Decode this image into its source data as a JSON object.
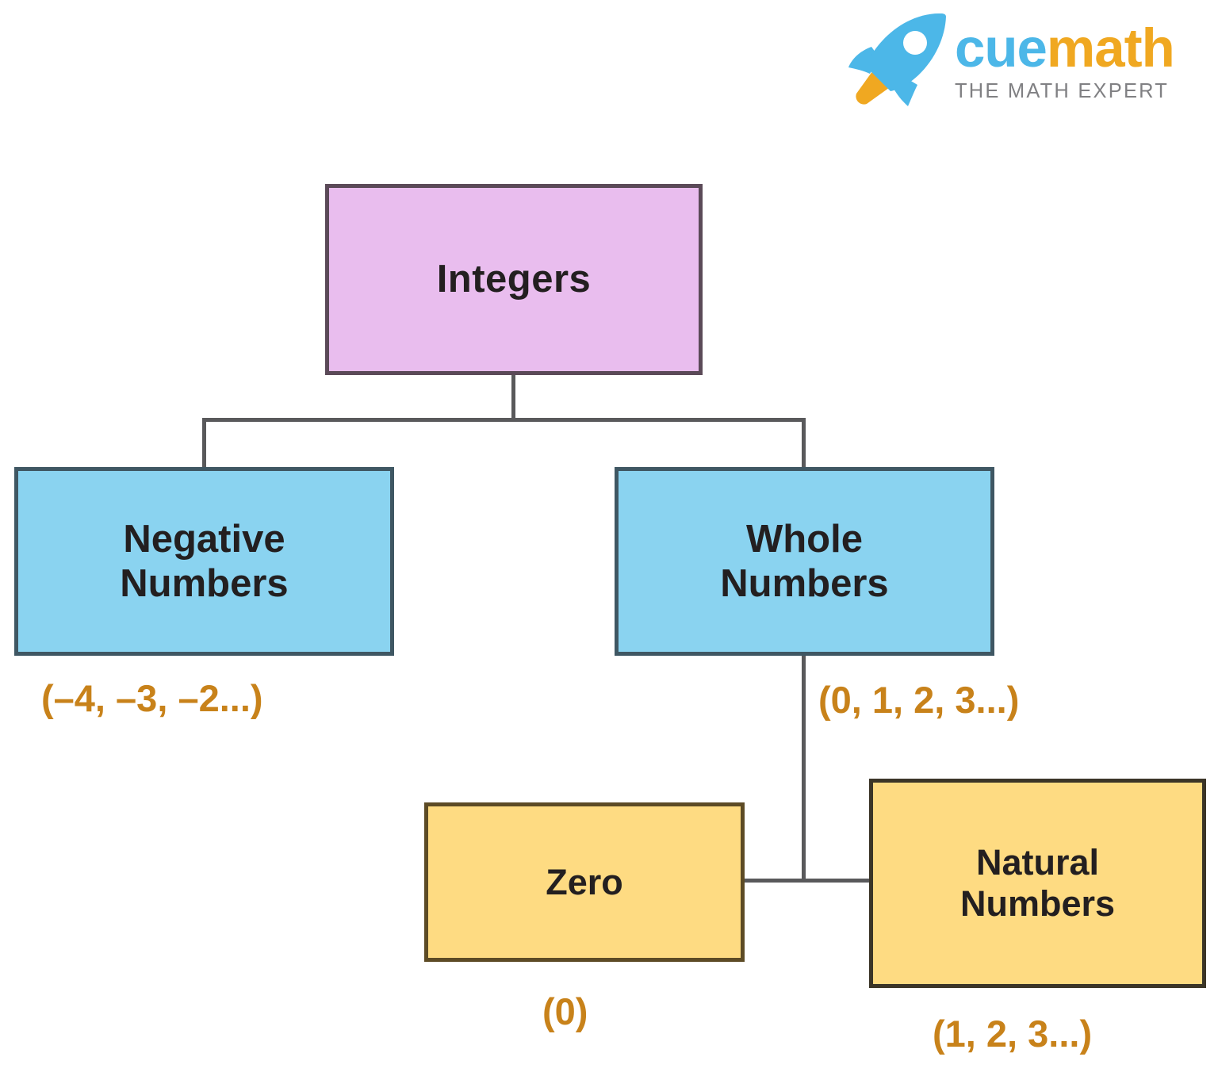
{
  "brand": {
    "logo_icon": "rocket-icon",
    "wordmark_part1": "cue",
    "wordmark_part2": "math",
    "tagline": "THE MATH EXPERT",
    "colors": {
      "blue": "#4cb7e8",
      "orange": "#f0a821",
      "tagline_gray": "#808083"
    }
  },
  "diagram": {
    "type": "tree",
    "title": "Integers classification",
    "colors": {
      "pink_fill": "#e9bdee",
      "pink_border": "#5b4a58",
      "blue_fill": "#8ad3f0",
      "blue_border": "#3f5763",
      "yellow_fill": "#fedb82",
      "yellow_border": "#5d4b25",
      "line": "#59595b",
      "node_text": "#231f20",
      "caption_text": "#c8821a",
      "background": "#ffffff"
    },
    "nodes": [
      {
        "id": "integers",
        "label": "Integers",
        "caption": ""
      },
      {
        "id": "negative",
        "label_line1": "Negative",
        "label_line2": "Numbers",
        "caption": "(–4, –3, –2...)"
      },
      {
        "id": "whole",
        "label_line1": "Whole",
        "label_line2": "Numbers",
        "caption": "(0, 1, 2, 3...)"
      },
      {
        "id": "zero",
        "label": "Zero",
        "caption": "(0)"
      },
      {
        "id": "natural",
        "label_line1": "Natural",
        "label_line2": "Numbers",
        "caption": "(1, 2, 3...)"
      }
    ],
    "edges": [
      {
        "from": "integers",
        "to": "negative"
      },
      {
        "from": "integers",
        "to": "whole"
      },
      {
        "from": "whole",
        "to": "zero"
      },
      {
        "from": "whole",
        "to": "natural"
      }
    ]
  }
}
